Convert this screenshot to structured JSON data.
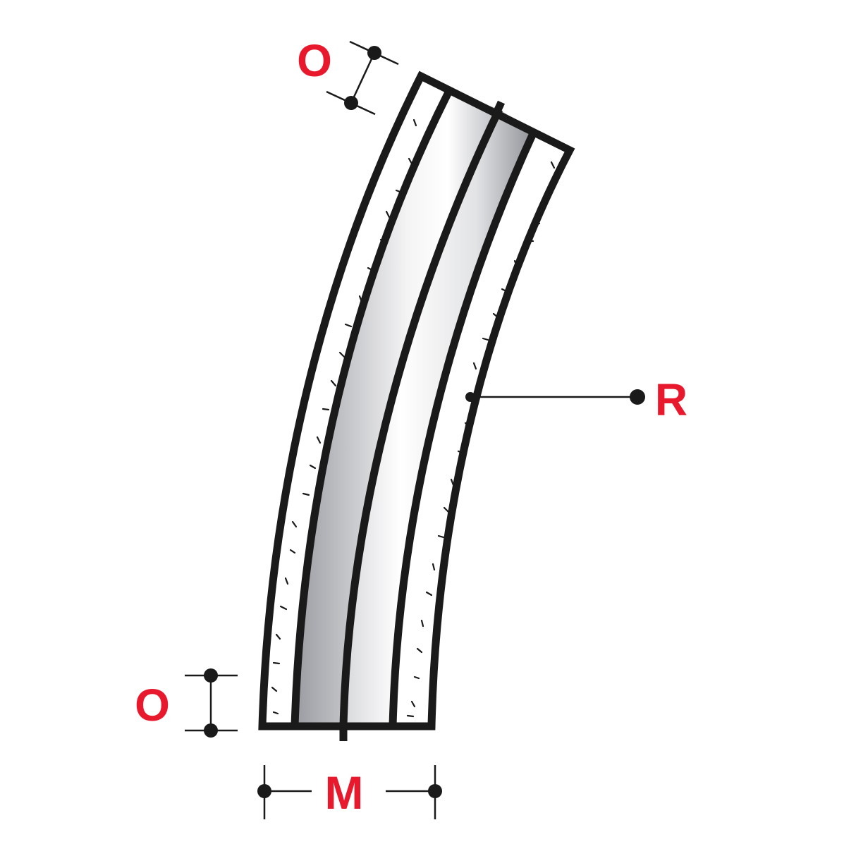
{
  "diagram": {
    "title": "Pipe bend with insulation — dimension diagram",
    "colors": {
      "outline": "#1a1a1a",
      "label": "#e8192c",
      "pipe_light": "#ffffff",
      "pipe_dark": "#9a9ca2",
      "insulation": "#ffffff",
      "background": "#ffffff"
    },
    "labels": {
      "offset_top": "O",
      "offset_bottom": "O",
      "width": "M",
      "radius": "R"
    },
    "parts": [
      {
        "name": "outer-casing",
        "description": "Outer casing outline"
      },
      {
        "name": "insulation-layer",
        "description": "Speckled insulation layer"
      },
      {
        "name": "inner-pipe",
        "description": "Shaded inner pipe, split by center line"
      }
    ]
  }
}
